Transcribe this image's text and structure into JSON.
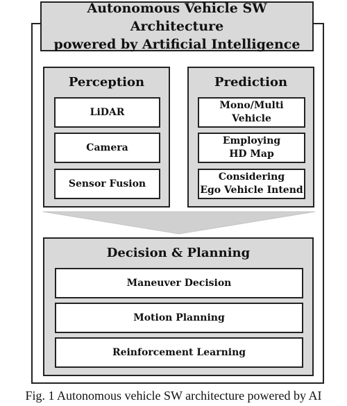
{
  "title": {
    "line1": "Autonomous Vehicle SW Architecture",
    "line2": "powered by Artificial Intelligence"
  },
  "perception": {
    "heading": "Perception",
    "items": [
      "LiDAR",
      "Camera",
      "Sensor Fusion"
    ]
  },
  "prediction": {
    "heading": "Prediction",
    "items": [
      {
        "line1": "Mono/Multi",
        "line2": "Vehicle"
      },
      {
        "line1": "Employing",
        "line2": "HD Map"
      },
      {
        "line1": "Considering",
        "line2": "Ego Vehicle Intend"
      }
    ]
  },
  "decision": {
    "heading": "Decision & Planning",
    "items": [
      "Maneuver Decision",
      "Motion Planning",
      "Reinforcement Learning"
    ]
  },
  "caption": "Fig. 1 Autonomous vehicle SW architecture powered by AI",
  "colors": {
    "panel_fill": "#d9d9d9",
    "arrow_fill": "#d0d0d0",
    "border": "#222222"
  }
}
